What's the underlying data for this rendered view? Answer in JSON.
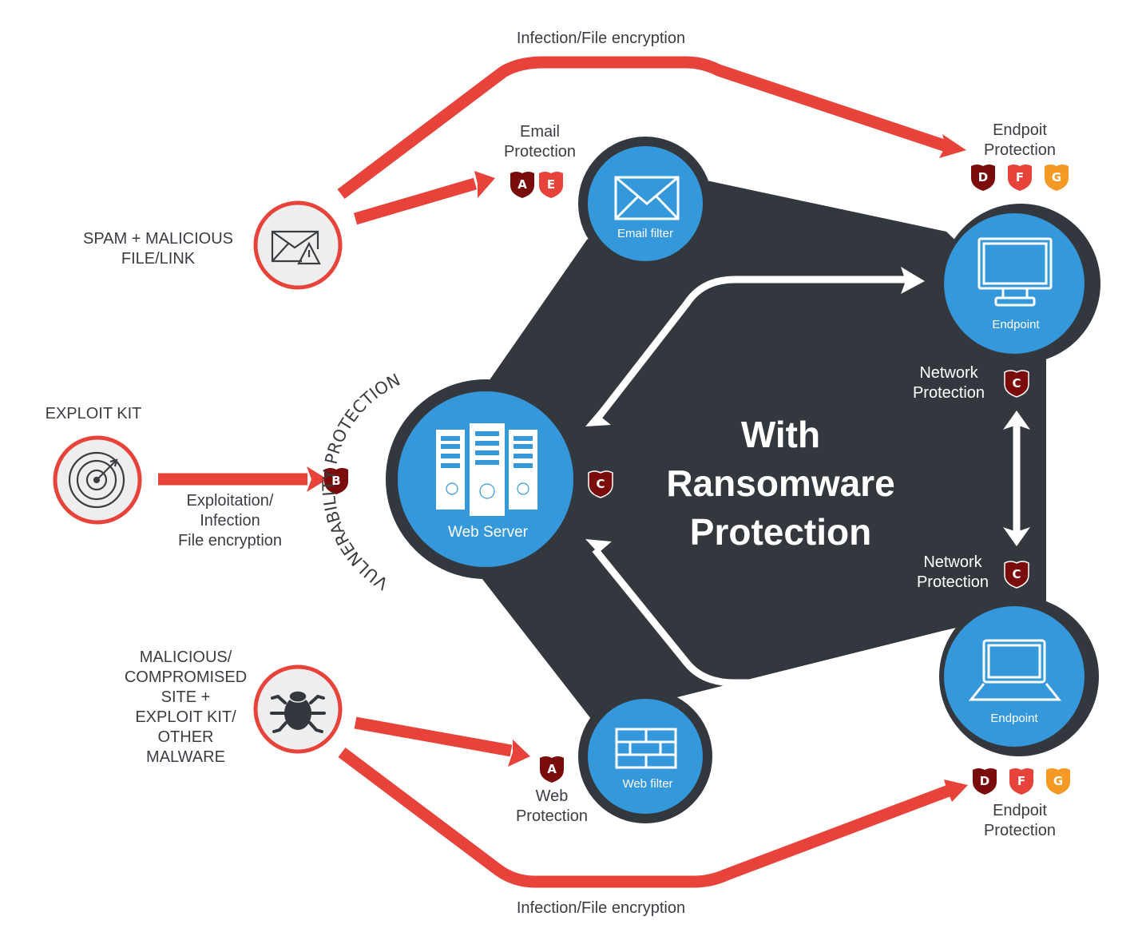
{
  "title": "With\nRansomware\nProtection",
  "colors": {
    "dark_hub": "#33383e",
    "node_blue": "#3598db",
    "threat_red": "#e8433a",
    "threat_circle_fill": "#eeeeee",
    "shield_dark": "#7a0c0c",
    "shield_red": "#e8433a",
    "shield_orange": "#f49a24",
    "text_gray": "#3a3d42"
  },
  "threats": [
    {
      "id": "spam",
      "label": "SPAM + MALICIOUS\nFILE/LINK",
      "icon": "envelope-warning-icon"
    },
    {
      "id": "exploit",
      "label": "EXPLOIT KIT",
      "icon": "target-icon"
    },
    {
      "id": "malicious_site",
      "label": "MALICIOUS/\nCOMPROMISED\nSITE +\nEXPLOIT KIT/\nOTHER\nMALWARE",
      "icon": "bug-icon"
    }
  ],
  "nodes": {
    "email_filter": {
      "label": "Email filter",
      "icon": "envelope-icon"
    },
    "web_server": {
      "label": "Web Server",
      "icon": "server-icon"
    },
    "web_filter": {
      "label": "Web filter",
      "icon": "brick-wall-icon"
    },
    "endpoint_top": {
      "label": "Endpoint",
      "icon": "monitor-icon"
    },
    "endpoint_bottom": {
      "label": "Endpoint",
      "icon": "laptop-icon"
    }
  },
  "protections": {
    "email": {
      "label": "Email\nProtection",
      "shields": [
        "A",
        "E"
      ]
    },
    "endpoint_top": {
      "label": "Endpoit\nProtection",
      "shields": [
        "D",
        "F",
        "G"
      ]
    },
    "endpoint_bottom": {
      "label": "Endpoit\nProtection",
      "shields": [
        "D",
        "F",
        "G"
      ]
    },
    "network_top": {
      "label": "Network\nProtection",
      "shields": [
        "C"
      ]
    },
    "network_bottom": {
      "label": "Network\nProtection",
      "shields": [
        "C"
      ]
    },
    "web": {
      "label": "Web\nProtection",
      "shields": [
        "A"
      ]
    },
    "vulnerability": {
      "label": "VULNERABILITY PROTECTION",
      "shields": [
        "B"
      ]
    },
    "server": {
      "shields": [
        "C"
      ]
    }
  },
  "flows": {
    "top": "Infection/File encryption",
    "bottom": "Infection/File encryption",
    "exploit": "Exploitation/\nInfection\nFile encryption"
  }
}
